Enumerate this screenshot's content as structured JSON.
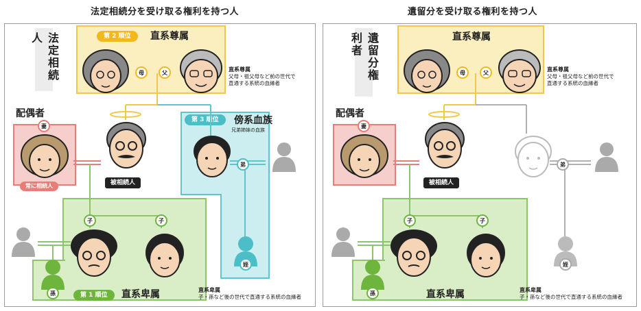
{
  "left": {
    "title": "法定相続分を受け取る権利を持つ人",
    "vertical_label": "法定相続人",
    "spouse_label": "配偶者",
    "spouse_tag": "妻",
    "spouse_pill": "常に相続人",
    "deceased_pill": "被相続人",
    "ascendant": {
      "rank": "第 2 順位",
      "label": "直系尊属",
      "mother": "母",
      "father": "父",
      "note_title": "直系尊属",
      "note_line1": "父母・祖父母など前の世代で",
      "note_line2": "直通する系統の血縁者"
    },
    "collateral": {
      "rank": "第 3 順位",
      "label": "傍系血族",
      "sub": "兄弟姉妹の血族",
      "brother": "弟",
      "niece": "姪"
    },
    "descendant": {
      "rank": "第 1 順位",
      "label": "直系卑属",
      "child": "子",
      "grandchild": "孫",
      "note_title": "直系卑属",
      "note_line": "子・孫など後の世代で直通する系統の血縁者"
    }
  },
  "right": {
    "title": "遺留分を受け取る権利を持つ人",
    "vertical_label": "遺留分権利者",
    "spouse_label": "配偶者",
    "spouse_tag": "妻",
    "deceased_pill": "被相続人",
    "ascendant": {
      "label": "直系尊属",
      "mother": "母",
      "father": "父",
      "note_title": "直系尊属",
      "note_line1": "父母・祖父母など前の世代で",
      "note_line2": "直通する系統の血縁者"
    },
    "collateral": {
      "brother": "弟",
      "niece": "姪"
    },
    "descendant": {
      "label": "直系卑属",
      "child": "子",
      "grandchild": "孫",
      "note_title": "直系卑属",
      "note_line": "子・孫など後の世代で直通する系統の血縁者"
    }
  },
  "colors": {
    "yellow": "#f1c84a",
    "red": "#e87c76",
    "blue": "#5fc4cc",
    "green": "#8bc46a",
    "grey": "#b0b0b0"
  },
  "icons": [
    "grandmother-face-icon",
    "grandfather-face-icon",
    "deceased-face-icon",
    "wife-face-icon",
    "brother-face-icon",
    "son-face-icon",
    "daughter-face-icon",
    "person-silhouette-icon",
    "halo-icon"
  ]
}
